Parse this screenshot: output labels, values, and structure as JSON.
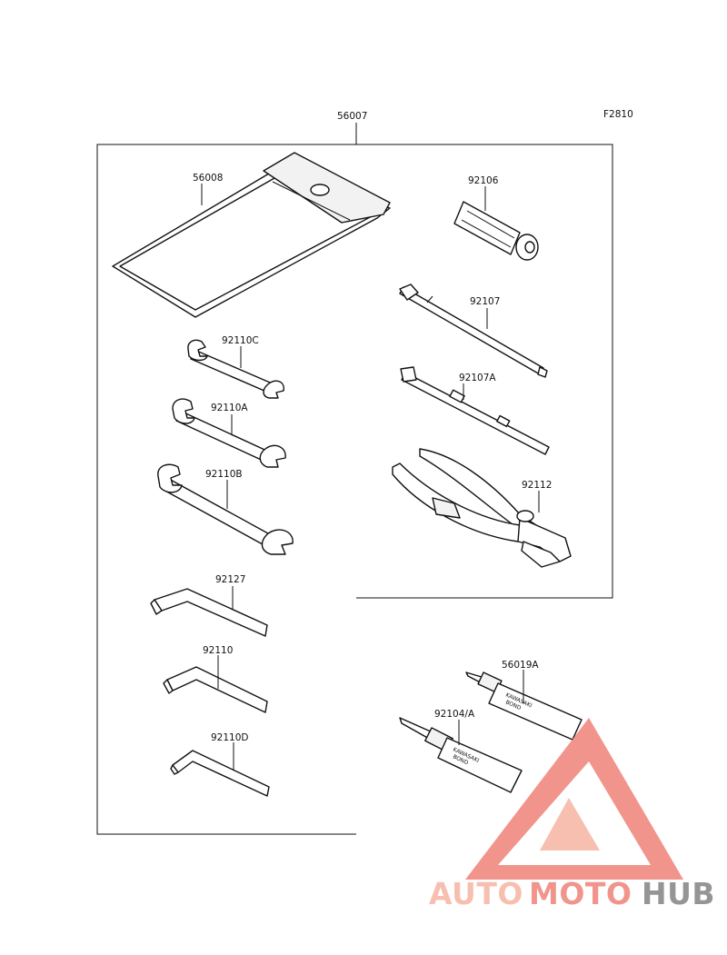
{
  "figure_code": "F2810",
  "parts": {
    "tool_kit": "56007",
    "tool_bag": "56008",
    "plug_wrench": "92106",
    "screwdriver": "92107",
    "screwdriver_a": "92107A",
    "pliers": "92112",
    "wrench_c": "92110C",
    "wrench_a": "92110A",
    "wrench_b": "92110B",
    "hex_key_1": "92127",
    "hex_key_2": "92110",
    "hex_key_3": "92110D",
    "bond_1": "56019A",
    "bond_2": "92104/A"
  },
  "tube_text": {
    "brand": "KAWASAKI",
    "product": "BOND"
  },
  "watermark": {
    "part1": "AUTO",
    "part2": "MOTO",
    "part3": "HUB",
    "color1": "#f7b9a8",
    "color2": "#f08a80",
    "color3": "#8a8a8a"
  }
}
